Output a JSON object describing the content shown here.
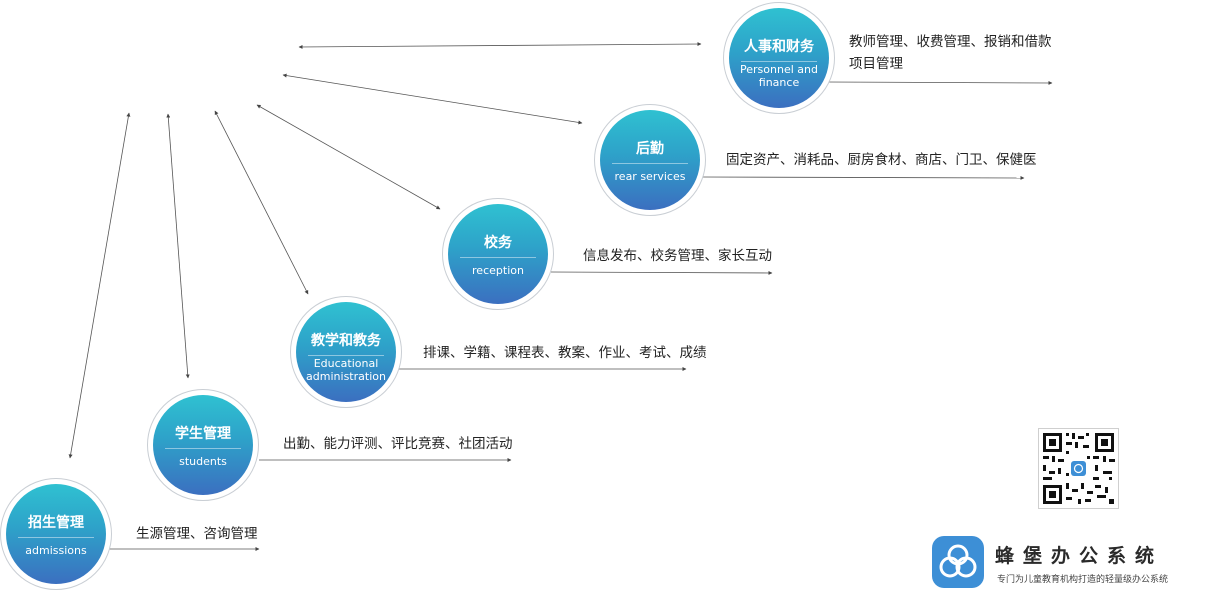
{
  "nodes": [
    {
      "id": "finance",
      "cn": "人事和财务",
      "en": "Personnel and finance",
      "desc": [
        "教师管理、收费管理、报销和借款",
        "项目管理"
      ]
    },
    {
      "id": "rear",
      "cn": "后勤",
      "en": "rear services",
      "desc": [
        "固定资产、消耗品、厨房食材、商店、门卫、保健医"
      ]
    },
    {
      "id": "reception",
      "cn": "校务",
      "en": "reception",
      "desc": [
        "信息发布、校务管理、家长互动"
      ]
    },
    {
      "id": "education",
      "cn": "教学和教务",
      "en": "Educational administration",
      "desc": [
        "排课、学籍、课程表、教案、作业、考试、成绩"
      ]
    },
    {
      "id": "students",
      "cn": "学生管理",
      "en": "students",
      "desc": [
        "出勤、能力评测、评比竞赛、社团活动"
      ]
    },
    {
      "id": "admissions",
      "cn": "招生管理",
      "en": "admissions",
      "desc": [
        "生源管理、咨询管理"
      ]
    }
  ],
  "brand": {
    "name": "蜂堡办公系统",
    "tagline": "专门为儿童教育机构打造的轻量级办公系统"
  },
  "colors": {
    "gradient_top": "#2fc1d1",
    "gradient_bottom": "#3b6fc0",
    "line": "#555555",
    "logo": "#3d8fd6"
  }
}
